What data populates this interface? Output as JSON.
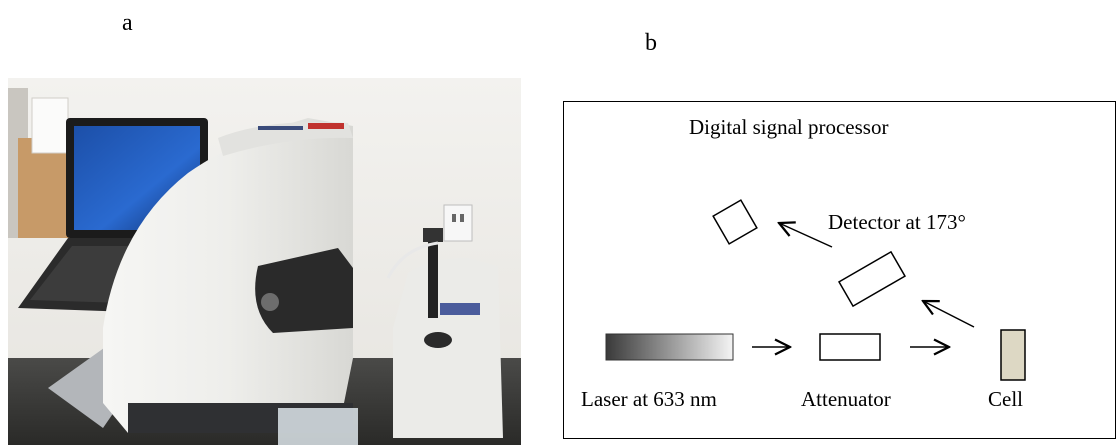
{
  "panels": {
    "a": {
      "label": "a"
    },
    "b": {
      "label": "b"
    }
  },
  "diagram": {
    "components": {
      "laser": "Laser at 633 nm",
      "attenuator": "Attenuator",
      "cell": "Cell",
      "detector": "Detector at 173°",
      "processor": "Digital signal processor"
    }
  },
  "colors": {
    "cell_fill": "#ddd8c4",
    "laser_gradient_start": "#3a3a3a",
    "laser_gradient_end": "#f4f4f4"
  }
}
